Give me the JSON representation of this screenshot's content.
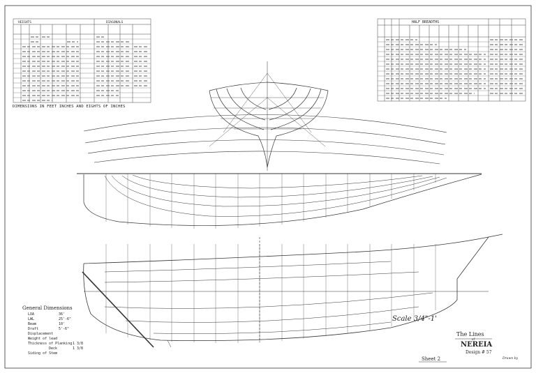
{
  "tables": {
    "offsets_title": "HEIGHTS",
    "diagonals_title": "DIAGONALS",
    "half_breadths_title": "HALF BREADTHS"
  },
  "dimensions_note": "DIMENSIONS IN FEET INCHES AND EIGHTS OF INCHES",
  "general_dimensions": {
    "title": "General Dimensions",
    "rows": [
      {
        "label": "LOA",
        "value": "36'"
      },
      {
        "label": "LWL",
        "value": "25'-6\""
      },
      {
        "label": "Beam",
        "value": "10'"
      },
      {
        "label": "Draft",
        "value": "5'-6\""
      },
      {
        "label": "Displacement",
        "value": ""
      },
      {
        "label": "Weight of lead",
        "value": ""
      },
      {
        "label": "Thickness of Planking",
        "value": "1 3/8"
      },
      {
        "label": "Deck",
        "value": "1 3/8"
      },
      {
        "label": "Siding of Stem",
        "value": ""
      }
    ]
  },
  "scale": "Scale 3/4\"-1'",
  "title_block": {
    "line1": "The Lines",
    "line2": "of",
    "line3": "NEREIA",
    "line4": "Design # 57"
  },
  "sheet_label": "Sheet 2",
  "signature": "Drawn by"
}
